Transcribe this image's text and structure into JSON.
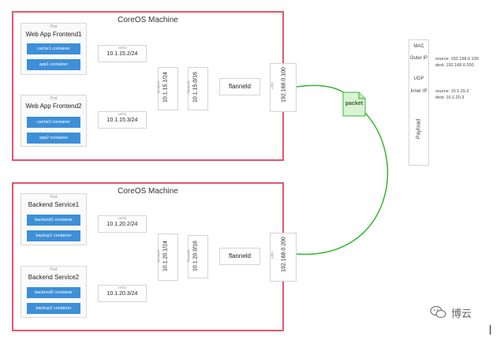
{
  "machine1": {
    "title": "CoreOS Machine",
    "pod1": {
      "label": "Pod",
      "name": "Web App Frontend1",
      "c1": "cache1 container",
      "c2": "app1 container"
    },
    "pod2": {
      "label": "Pod",
      "name": "Web App Frontend2",
      "c1": "cache2 container",
      "c2": "app2 container"
    },
    "veth0": {
      "label": "veth0",
      "ip": "10.1.15.2/24"
    },
    "veth1": {
      "label": "veth1",
      "ip": "10.1.15.3/24"
    },
    "docker0": {
      "label": "docker0",
      "ip": "10.1.15.1/24"
    },
    "flannel0": {
      "label": "flannel0",
      "ip": "10.1.15.0/16"
    },
    "flanneld": "flanneld",
    "eth0": {
      "label": "eth0",
      "ip": "192.168.0.100"
    }
  },
  "machine2": {
    "title": "CoreOS Machine",
    "pod1": {
      "label": "Pod",
      "name": "Backend Service1",
      "c1": "backend1 container",
      "c2": "backup1 container"
    },
    "pod2": {
      "label": "Pod",
      "name": "Backend Service2",
      "c1": "backend2 container",
      "c2": "backup2 container"
    },
    "veth0": {
      "label": "veth0",
      "ip": "10.1.20.2/24"
    },
    "veth1": {
      "label": "veth1",
      "ip": "10.1.20.3/24"
    },
    "docker0": {
      "label": "docker0",
      "ip": "10.1.20.1/24"
    },
    "flannel0": {
      "label": "flannel0",
      "ip": "10.1.20.0/16"
    },
    "flanneld": "flanneld",
    "eth0": {
      "label": "eth0",
      "ip": "192.168.0.200"
    }
  },
  "packet": {
    "label": "packet",
    "mac": "MAC",
    "outer_ip": "Outer IP",
    "outer_src": "source: 192.168.0.100",
    "outer_dst": "dest: 192.168.0.200",
    "udp": "UDP",
    "inner_ip": "Inner IP",
    "inner_src": "source: 10.1.15.2",
    "inner_dst": "dest: 10.1.20.3",
    "payload": "Payload"
  },
  "watermark": "博云",
  "colors": {
    "machine_border": "#e0576a",
    "container": "#3d8fd8",
    "link": "#33b533",
    "packet_bg": "#d9f2d4"
  }
}
